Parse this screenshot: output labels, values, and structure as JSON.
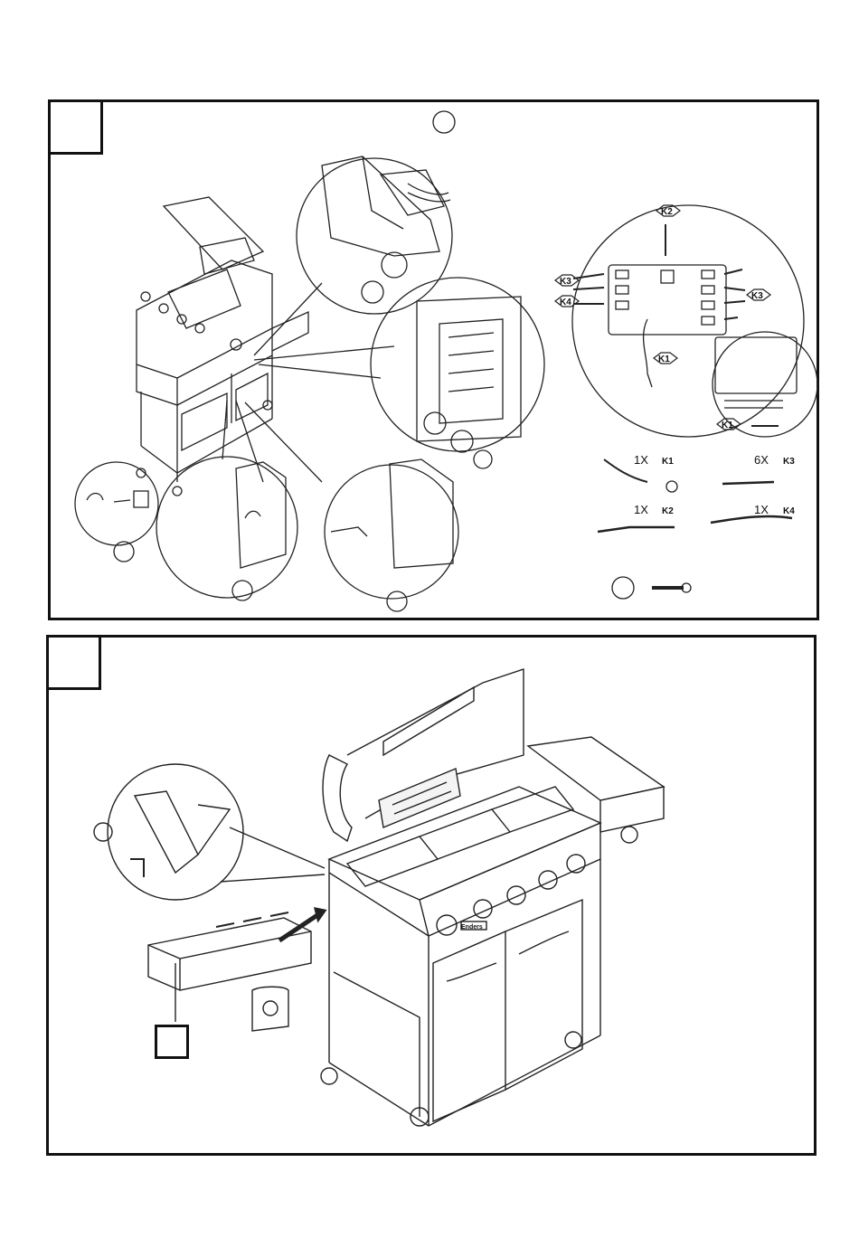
{
  "panel1": {
    "quantities": {
      "k1": "1X",
      "k3": "6X",
      "k2": "1X",
      "k4": "1X"
    },
    "hex_labels": {
      "k1": "K1",
      "k2": "K2",
      "k3": "K3",
      "k4": "K4"
    },
    "wiring_labels": [
      "K2",
      "K3",
      "K4",
      "K3",
      "K1",
      "K1"
    ]
  },
  "panel2": {
    "brand_plate": "Enders"
  }
}
